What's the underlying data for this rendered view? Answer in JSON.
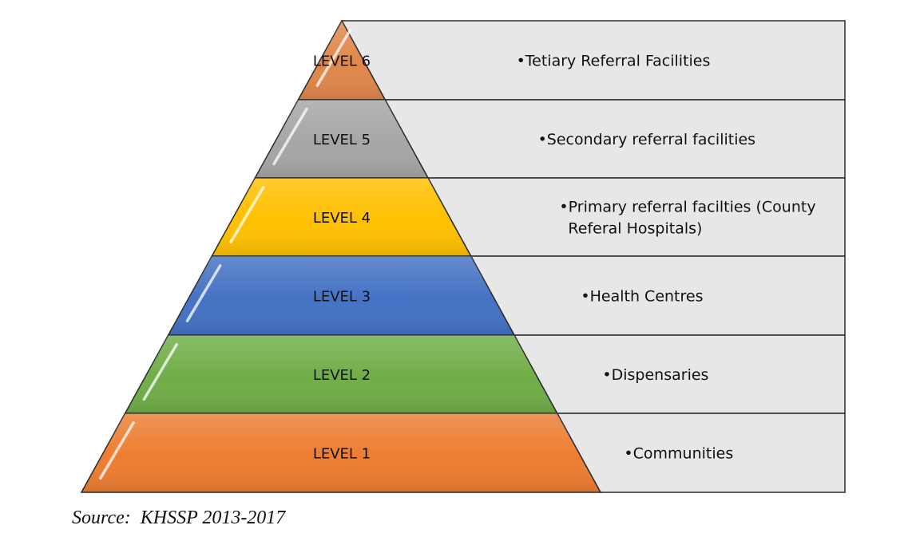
{
  "levels": [
    {
      "label": "LEVEL 6",
      "description": [
        "•Tetiary Referral Facilities"
      ],
      "color": "#E0874A"
    },
    {
      "label": "LEVEL 5",
      "description": [
        "•Secondary referral facilities"
      ],
      "color": "#A6A6A6"
    },
    {
      "label": "LEVEL 4",
      "description": [
        "•Primary referral facilties (County",
        "Referal Hospitals)"
      ],
      "color": "#FFC000"
    },
    {
      "label": "LEVEL 3",
      "description": [
        "•Health Centres"
      ],
      "color": "#4472C4"
    },
    {
      "label": "LEVEL 2",
      "description": [
        "•Dispensaries"
      ],
      "color": "#70AD47"
    },
    {
      "label": "LEVEL 1",
      "description": [
        "•Communities"
      ],
      "color": "#ED7D31"
    }
  ],
  "panel_color": "#E7E7E7",
  "source": "Source:  KHSSP 2013-2017"
}
